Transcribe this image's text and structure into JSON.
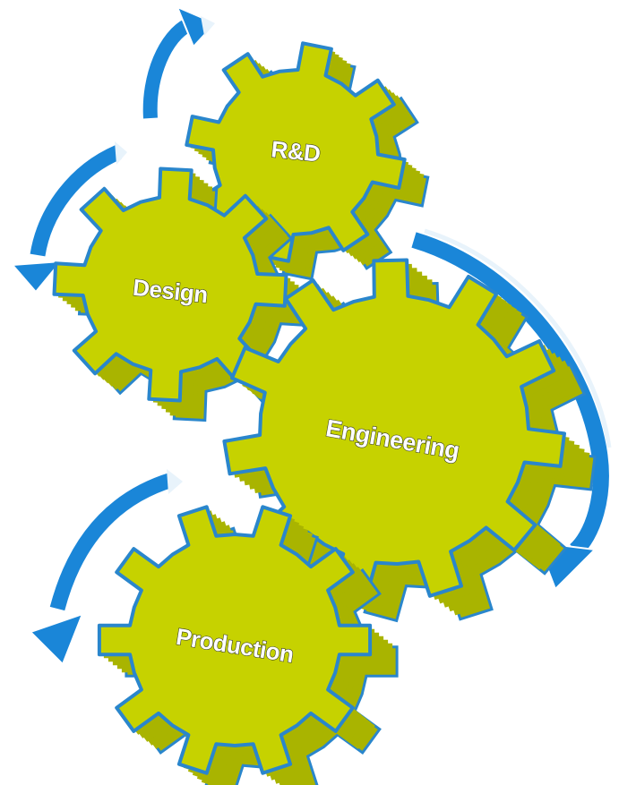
{
  "diagram": {
    "gears": [
      {
        "id": "rnd",
        "label": "R&D"
      },
      {
        "id": "design",
        "label": "Design"
      },
      {
        "id": "engineering",
        "label": "Engineering"
      },
      {
        "id": "production",
        "label": "Production"
      }
    ],
    "colors": {
      "gear_face": "#c6d200",
      "gear_side": "#a9b400",
      "gear_outline": "#2a86cc",
      "arrow": "#1a86d8",
      "label_text": "#ffffff"
    },
    "icons": [
      "cycle-arrow-icon"
    ]
  }
}
